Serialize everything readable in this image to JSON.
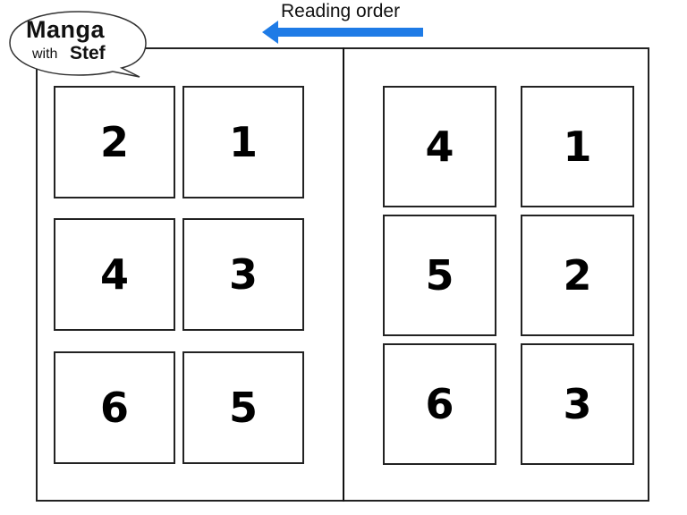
{
  "header": {
    "title": "Reading order",
    "arrow_direction": "right-to-left",
    "arrow_color": "#1e7be6"
  },
  "logo": {
    "line1": "Manga",
    "line2_prefix": "with",
    "line2_name": "Stef"
  },
  "left_page": {
    "layout": "2 columns x 3 rows",
    "panels": [
      {
        "row": 1,
        "col": 1,
        "label": "2"
      },
      {
        "row": 1,
        "col": 2,
        "label": "1"
      },
      {
        "row": 2,
        "col": 1,
        "label": "4"
      },
      {
        "row": 2,
        "col": 2,
        "label": "3"
      },
      {
        "row": 3,
        "col": 1,
        "label": "6"
      },
      {
        "row": 3,
        "col": 2,
        "label": "5"
      }
    ]
  },
  "right_page": {
    "layout": "2 columns x 3 rows",
    "panels": [
      {
        "row": 1,
        "col": 1,
        "label": "4"
      },
      {
        "row": 1,
        "col": 2,
        "label": "1"
      },
      {
        "row": 2,
        "col": 1,
        "label": "5"
      },
      {
        "row": 2,
        "col": 2,
        "label": "2"
      },
      {
        "row": 3,
        "col": 1,
        "label": "6"
      },
      {
        "row": 3,
        "col": 2,
        "label": "3"
      }
    ]
  }
}
